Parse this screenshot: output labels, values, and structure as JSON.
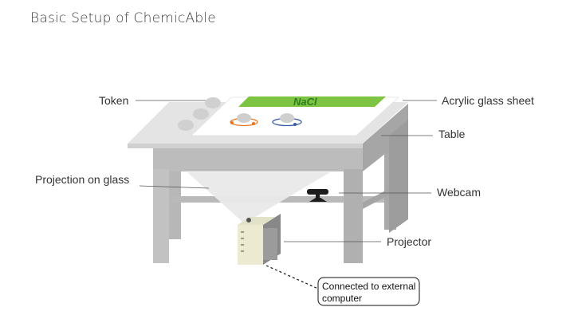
{
  "title": "Basic Setup of ChemicAble",
  "labels": {
    "token": "Token",
    "acrylic": "Acrylic glass sheet",
    "table": "Table",
    "projection": "Projection on glass",
    "webcam": "Webcam",
    "projector": "Projector"
  },
  "screen_text": "NaCl",
  "note": {
    "line1": "Connected to external",
    "line2": "computer"
  },
  "colors": {
    "green_bar": "#7dc443",
    "orbit_orange": "#e87722",
    "orbit_blue": "#3b5ca8"
  }
}
